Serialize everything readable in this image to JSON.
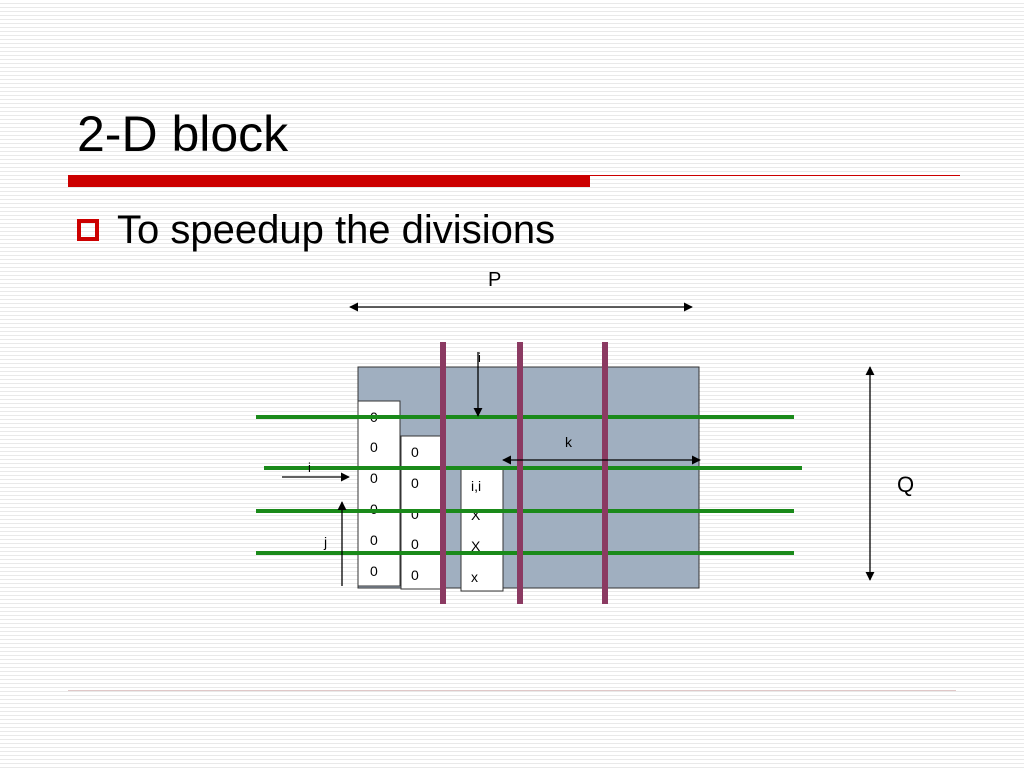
{
  "slide": {
    "title": "2-D block",
    "bullet": "To speedup the divisions"
  },
  "diagram": {
    "label_p": "P",
    "label_q": "Q",
    "label_k": "k",
    "label_i_top": "i",
    "label_i_left": "i",
    "label_j": "j",
    "column1": [
      "0",
      "0",
      "0",
      "0",
      "0",
      "0"
    ],
    "column2": [
      "0",
      "0",
      "0",
      "0",
      "0"
    ],
    "column3": [
      "i,i",
      "X",
      "X",
      "x"
    ]
  },
  "colors": {
    "accent_red": "#cc0000",
    "block_fill": "#a0afc0",
    "green_line": "#1a8a1a",
    "purple_line": "#8b3a62"
  }
}
